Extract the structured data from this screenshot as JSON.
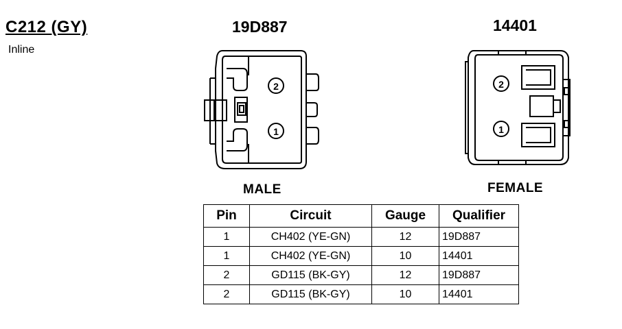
{
  "connector": {
    "id": "C212 (GY)",
    "type": "Inline"
  },
  "male": {
    "part_number": "19D887",
    "label": "MALE",
    "pins": [
      "2",
      "1"
    ]
  },
  "female": {
    "part_number": "14401",
    "label": "FEMALE",
    "pins": [
      "2",
      "1"
    ]
  },
  "table": {
    "headers": [
      "Pin",
      "Circuit",
      "Gauge",
      "Qualifier"
    ],
    "rows": [
      {
        "pin": "1",
        "circuit": "CH402 (YE-GN)",
        "gauge": "12",
        "qualifier": "19D887"
      },
      {
        "pin": "1",
        "circuit": "CH402 (YE-GN)",
        "gauge": "10",
        "qualifier": "14401"
      },
      {
        "pin": "2",
        "circuit": "GD115 (BK-GY)",
        "gauge": "12",
        "qualifier": "19D887"
      },
      {
        "pin": "2",
        "circuit": "GD115 (BK-GY)",
        "gauge": "10",
        "qualifier": "14401"
      }
    ]
  }
}
